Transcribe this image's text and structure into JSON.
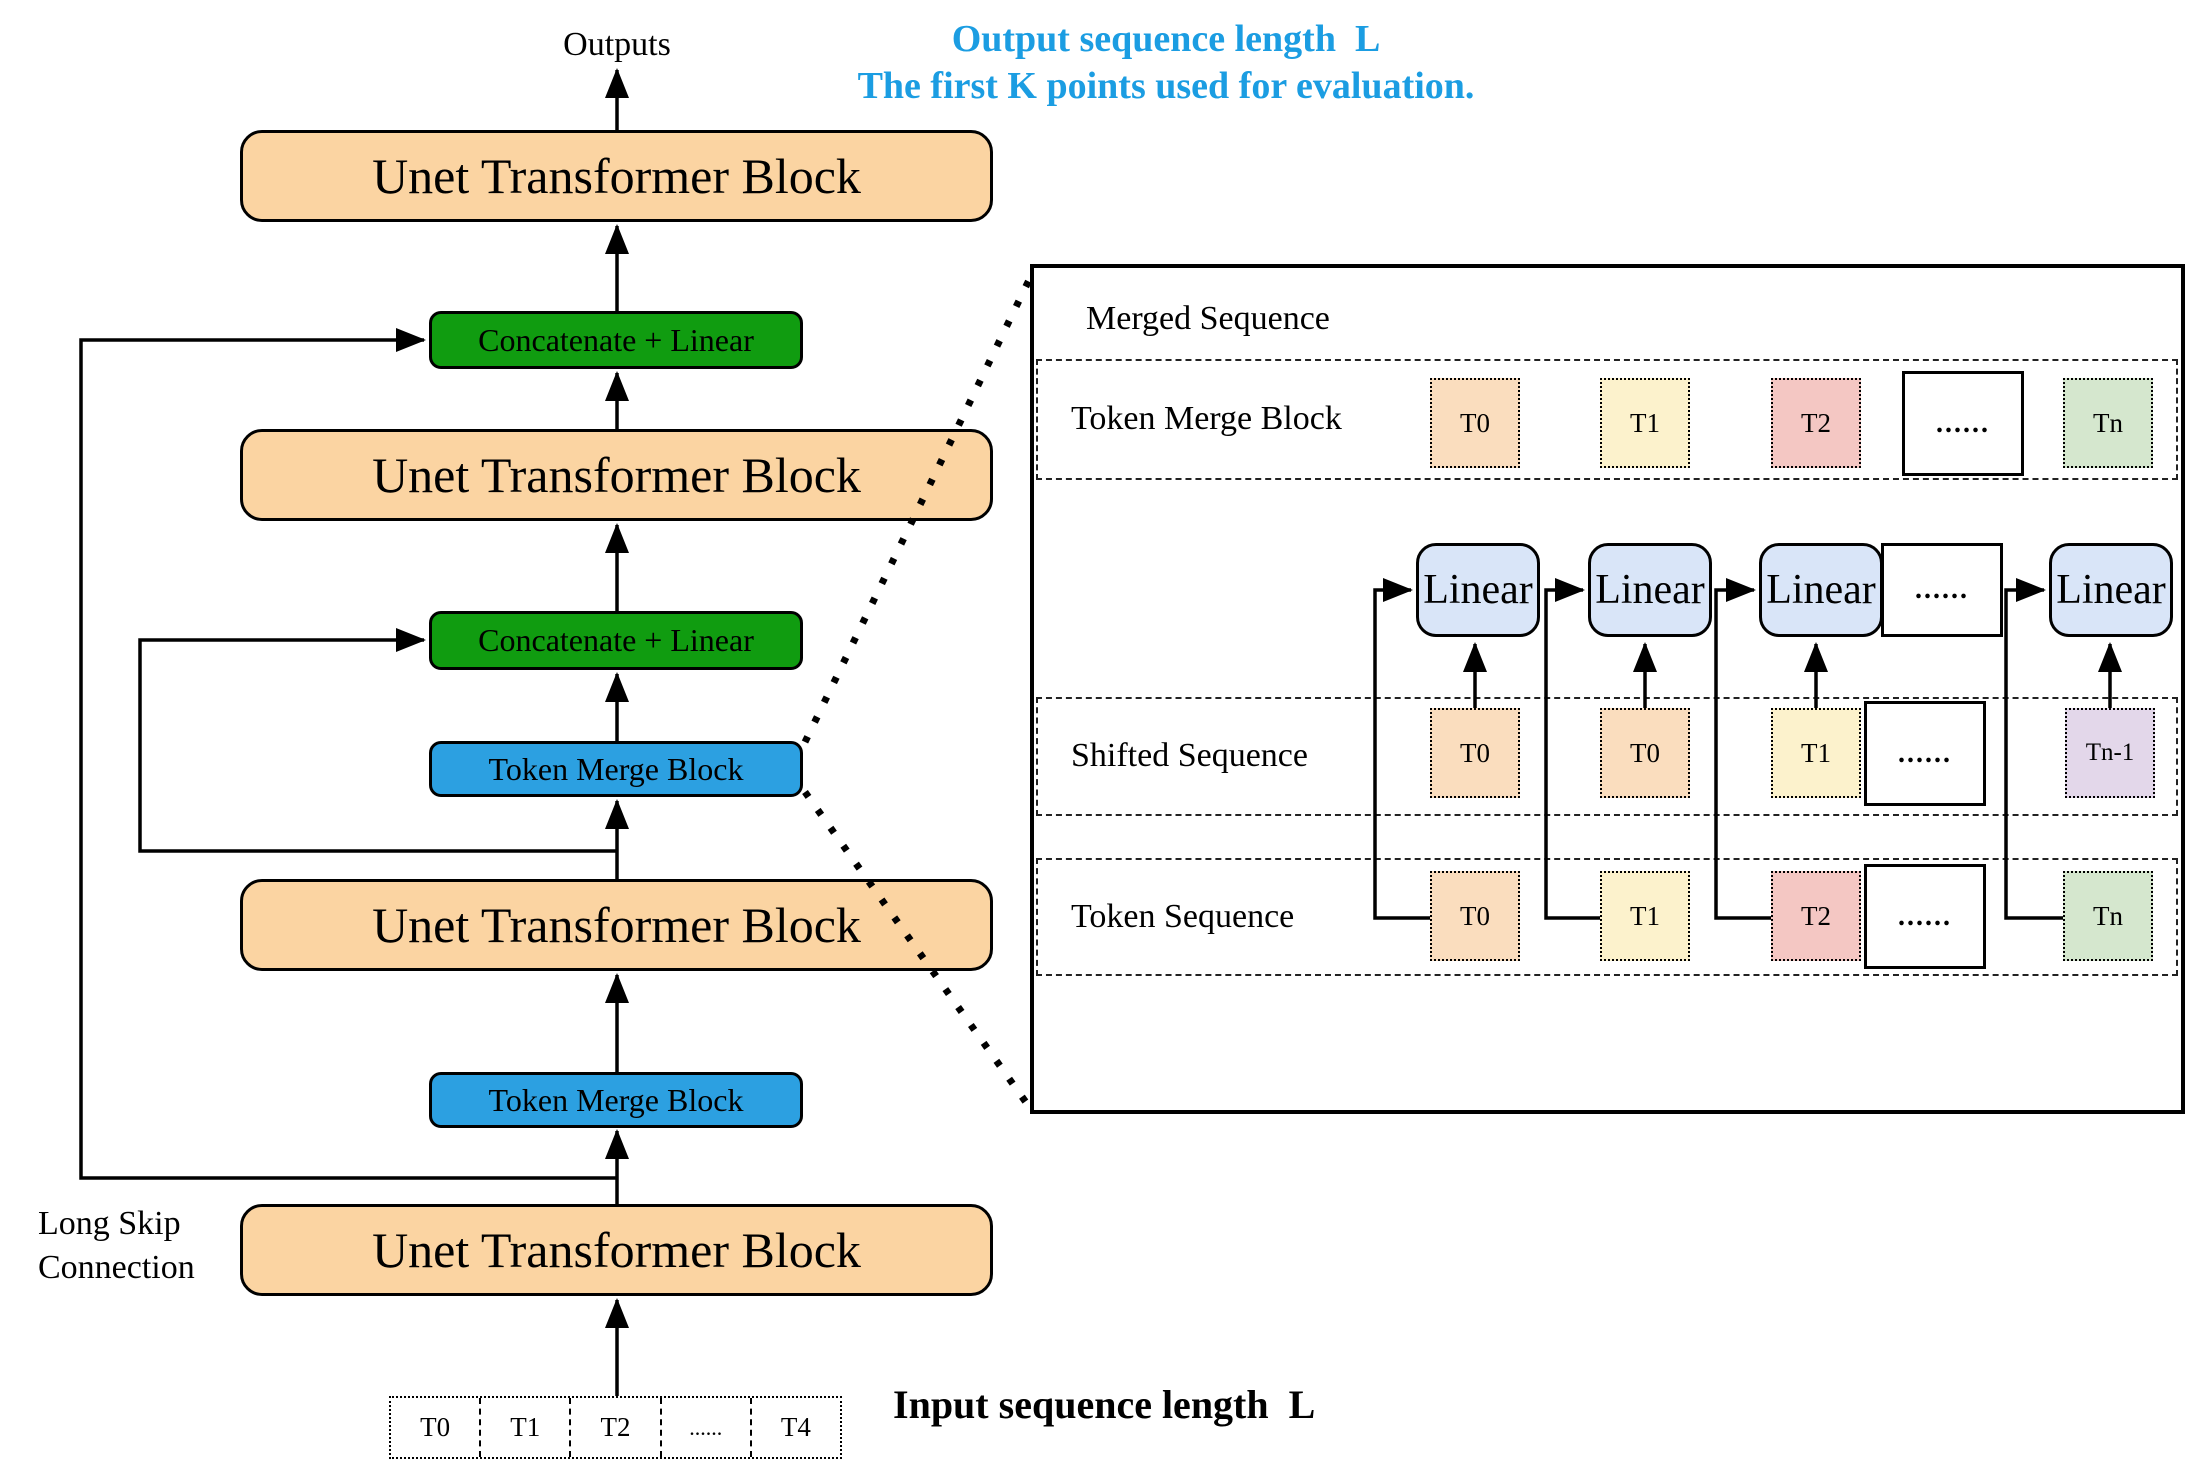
{
  "annotation": {
    "line1": "Output sequence length  L",
    "line2": "The first K points used for evaluation.",
    "color": "#1B9DE2"
  },
  "left": {
    "outputs_label": "Outputs",
    "unet_label": "Unet Transformer Block",
    "concat_label": "Concatenate + Linear",
    "token_merge_label": "Token Merge Block",
    "long_skip_line1": "Long Skip",
    "long_skip_line2": "Connection",
    "input_caption": "Input sequence length  L",
    "input_tokens": [
      "T0",
      "T1",
      "T2",
      "......",
      "T4"
    ]
  },
  "panel": {
    "merged_label": "Merged Sequence",
    "token_merge_row": {
      "label": "Token Merge Block",
      "tokens": [
        {
          "text": "T0",
          "fill": "#FADDBE"
        },
        {
          "text": "T1",
          "fill": "#FCF2CC"
        },
        {
          "text": "T2",
          "fill": "#F4C7C3"
        },
        {
          "text": "Tn",
          "fill": "#D5E7CE"
        }
      ],
      "dots": "......"
    },
    "linear_row": {
      "blocks": [
        "Linear",
        "Linear",
        "Linear",
        "Linear"
      ],
      "dots": "......",
      "fill": "#D9E5F8"
    },
    "shifted_row": {
      "label": "Shifted Sequence",
      "tokens": [
        {
          "text": "T0",
          "fill": "#FADDBE"
        },
        {
          "text": "T0",
          "fill": "#FADDBE"
        },
        {
          "text": "T1",
          "fill": "#FCF2CC"
        },
        {
          "text": "Tn-1",
          "fill": "#E3D7EA"
        }
      ],
      "dots": "......"
    },
    "token_row": {
      "label": "Token Sequence",
      "tokens": [
        {
          "text": "T0",
          "fill": "#FADDBE"
        },
        {
          "text": "T1",
          "fill": "#FCF2CC"
        },
        {
          "text": "T2",
          "fill": "#F4C7C3"
        },
        {
          "text": "Tn",
          "fill": "#D5E7CE"
        }
      ],
      "dots": "......"
    }
  },
  "colors": {
    "unet_fill": "#FBD4A2",
    "concat_fill": "#109C10",
    "token_merge_fill": "#2CA0E1",
    "linear_fill": "#D9E5F8",
    "annotation_blue": "#1B9DE2"
  }
}
